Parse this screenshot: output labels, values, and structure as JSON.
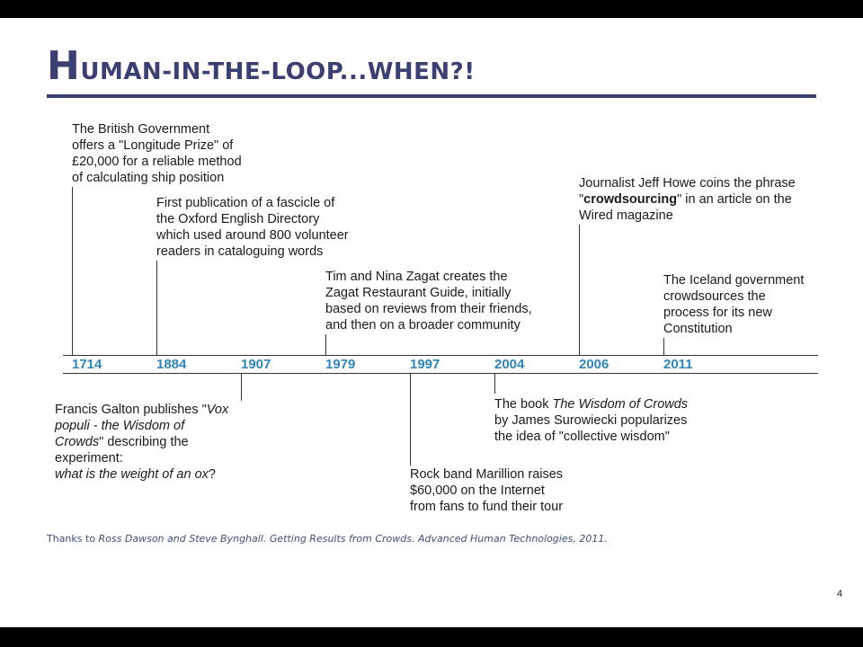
{
  "slide": {
    "title_first": "H",
    "title_rest": "UMAN-IN-THE-LOOP...WHEN?!",
    "page_number": "4",
    "credit_prefix": "Thanks to ",
    "credit_italic": "Ross Dawson and Steve Bynghall. Getting Results from Crowds. Advanced Human Technologies, 2011."
  },
  "timeline": {
    "years": [
      "1714",
      "1884",
      "1907",
      "1979",
      "1997",
      "2004",
      "2006",
      "2011"
    ],
    "events": {
      "e1714": [
        "The British Government",
        "offers a \"Longitude Prize\" of",
        "£20,000 for a reliable method",
        "of calculating ship position"
      ],
      "e1884": [
        "First publication of a fascicle of",
        "the Oxford English Directory",
        "which used around 800 volunteer",
        "readers in cataloguing words"
      ],
      "e1979": [
        "Tim and Nina Zagat creates the",
        "Zagat Restaurant Guide, initially",
        "based on reviews from their friends,",
        "and then on a broader community"
      ],
      "e2006": {
        "l1": "Journalist Jeff Howe coins the phrase",
        "l2_q1": "\"",
        "l2_bold": "crowdsourcing",
        "l2_rest": "\" in an article on the",
        "l3": "Wired magazine"
      },
      "e2011": [
        "The Iceland government",
        "crowdsources the",
        "process for its new",
        "Constitution"
      ],
      "e1907": {
        "l1_a": "Francis Galton publishes \"",
        "l1_it": "Vox",
        "l2_it": "populi - the Wisdom of",
        "l3_it": "Crowds",
        "l3_rest": "\" describing the",
        "l4": "experiment:",
        "l5_it": "what is the weight of an ox",
        "l5_rest": "?"
      },
      "e1997": [
        "Rock band Marillion raises",
        "$60,000 on the Internet",
        "from fans to fund their tour"
      ],
      "e2004": {
        "l1_a": "The book ",
        "l1_it": "The Wisdom of Crowds",
        "l2": "by James Surowiecki popularizes",
        "l3": "the idea of \"collective wisdom\""
      }
    }
  }
}
